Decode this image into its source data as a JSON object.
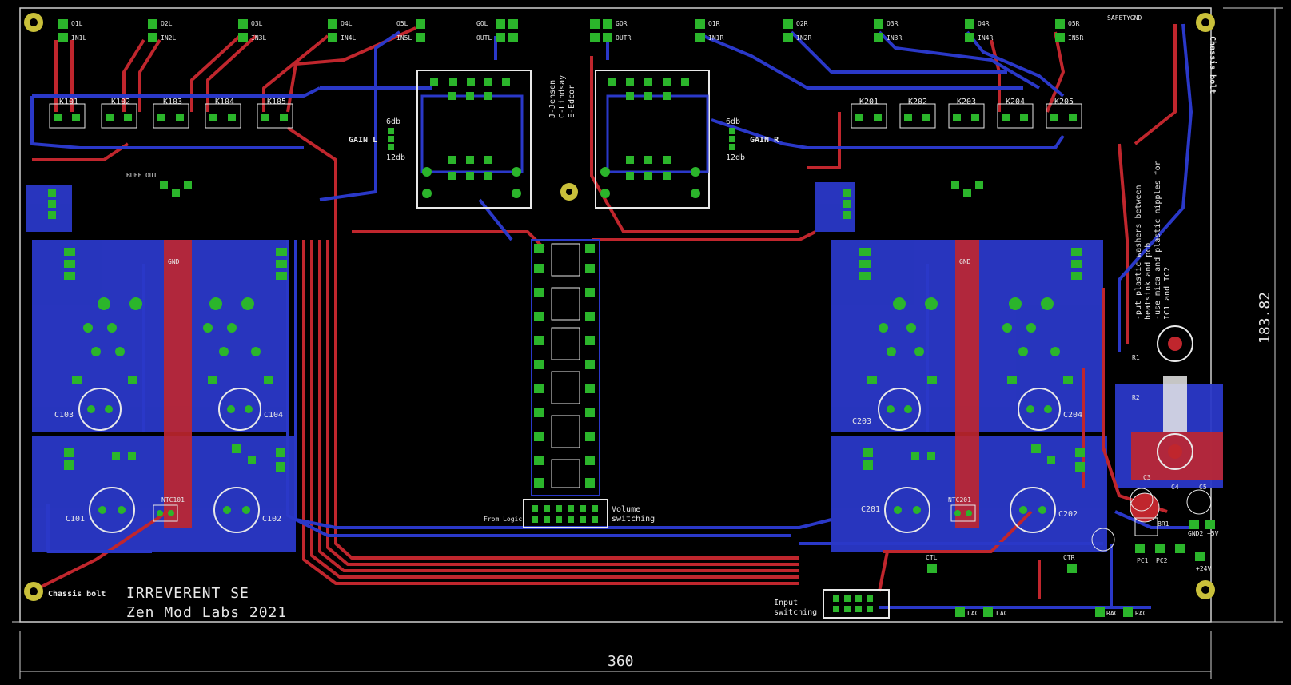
{
  "board": {
    "title_line1": "IRREVERENT SE",
    "title_line2": "Zen Mod Labs 2021",
    "width_dim": "360",
    "height_dim": "183.82"
  },
  "labels": {
    "chassis_bolt_left": "Chassis bolt",
    "chassis_bolt_right": "Chassis bolt",
    "gain_l": "GAIN L",
    "gain_r": "GAIN R",
    "gain_6db": "6db",
    "gain_12db": "12db",
    "credits": [
      "J-Jensen",
      "C-Lindsay",
      "E-Edcor"
    ],
    "volume_switching_1": "Volume",
    "volume_switching_2": "switching",
    "from_logic": "From Logic",
    "input_switching_1": "Input",
    "input_switching_2": "switching",
    "safety_gnd": "SAFETYGND",
    "note": [
      "-put plastic washers between",
      "heatsink and pcb",
      "-use mica and plastic nipples for",
      "IC1 and IC2"
    ],
    "buff_out": "BUFF OUT",
    "gnd": "GND"
  },
  "connectors_top": [
    {
      "a": "O1L",
      "b": "IN1L"
    },
    {
      "a": "O2L",
      "b": "IN2L"
    },
    {
      "a": "O3L",
      "b": "IN3L"
    },
    {
      "a": "O4L",
      "b": "IN4L"
    },
    {
      "a": "O5L",
      "b": "IN5L"
    },
    {
      "a": "GOL",
      "b": "OUTL"
    },
    {
      "a": "GOR",
      "b": "OUTR"
    },
    {
      "a": "O1R",
      "b": "IN1R"
    },
    {
      "a": "O2R",
      "b": "IN2R"
    },
    {
      "a": "O3R",
      "b": "IN3R"
    },
    {
      "a": "O4R",
      "b": "IN4R"
    },
    {
      "a": "O5R",
      "b": "IN5R"
    }
  ],
  "relays_left": [
    "K101",
    "K102",
    "K103",
    "K104",
    "K105"
  ],
  "relays_right": [
    "K201",
    "K202",
    "K203",
    "K204",
    "K205"
  ],
  "caps_left": [
    "C101",
    "C102",
    "C103",
    "C104"
  ],
  "caps_right": [
    "C201",
    "C202",
    "C203",
    "C204"
  ],
  "ntc": [
    "NTC101",
    "NTC201"
  ],
  "power_labels": [
    "LAC",
    "LAC",
    "RAC",
    "RAC",
    "CTL",
    "CTR",
    "PC1",
    "PC2",
    "+24V",
    "+5V",
    "GND2",
    "BR1",
    "R1",
    "R2",
    "C3",
    "C4",
    "C5"
  ],
  "colors": {
    "background": "#000000",
    "top_copper": "#c0262d",
    "bottom_copper": "#2a38c8",
    "pad": "#2bb52b",
    "silkscreen": "#e8e8e8",
    "board_outline": "#cfcfcf"
  }
}
